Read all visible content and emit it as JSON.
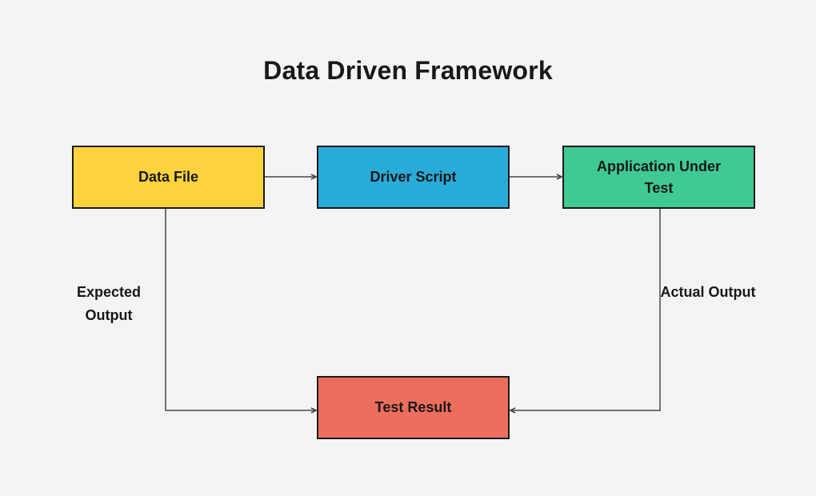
{
  "title": "Data Driven Framework",
  "diagram": {
    "nodes": [
      {
        "id": "data-file",
        "label": "Data File",
        "color": "#FCD33F"
      },
      {
        "id": "driver-script",
        "label": "Driver Script",
        "color": "#29ABD8"
      },
      {
        "id": "application-under-test",
        "label": "Application Under Test",
        "color": "#40C992"
      },
      {
        "id": "test-result",
        "label": "Test Result",
        "color": "#EC6E5C"
      }
    ],
    "edges": [
      {
        "from": "data-file",
        "to": "driver-script",
        "label": ""
      },
      {
        "from": "driver-script",
        "to": "application-under-test",
        "label": ""
      },
      {
        "from": "data-file",
        "to": "test-result",
        "label": "Expected Output"
      },
      {
        "from": "application-under-test",
        "to": "test-result",
        "label": "Actual Output"
      }
    ]
  },
  "colors": {
    "background": "#F4F4F5",
    "node_border": "#1A1A1A",
    "text": "#18181B",
    "arrow": "#71717A",
    "arrowhead": "#3F3F46"
  }
}
